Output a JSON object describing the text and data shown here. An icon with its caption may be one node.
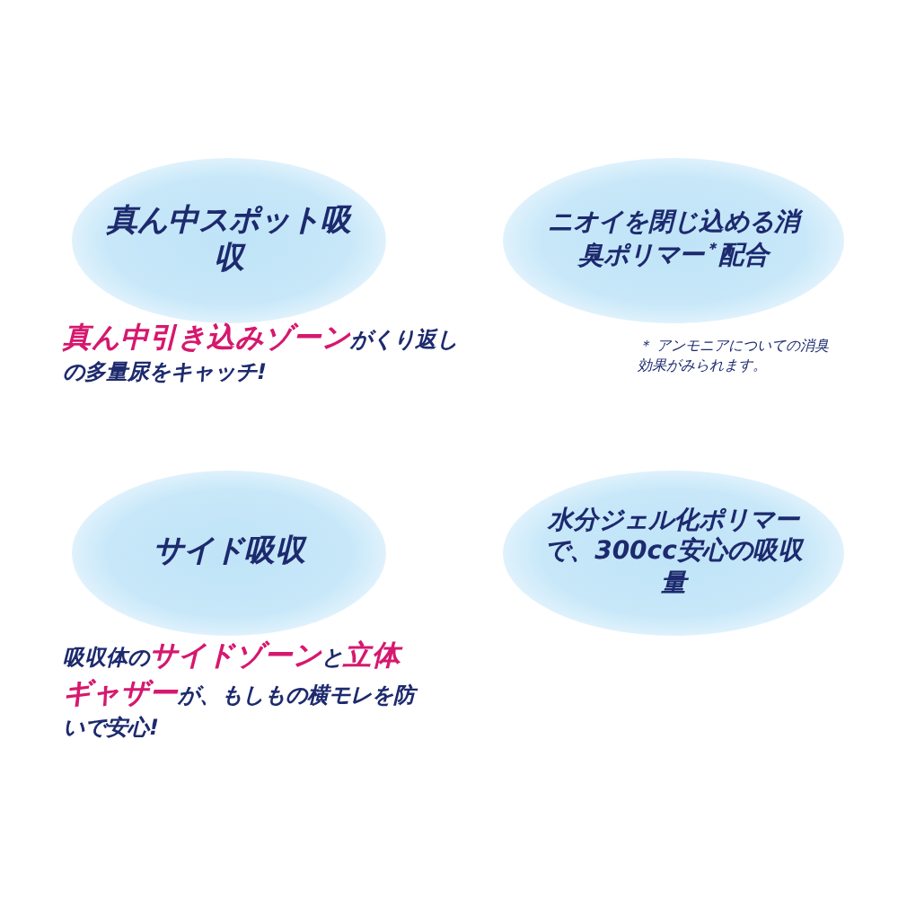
{
  "diagram": {
    "nodes": [
      {
        "text": [
          "真ん中スポット吸収"
        ],
        "beside": [
          "**真ん中引き込みゾーン**がくり返しの多量尿をキャッチ!"
        ]
      },
      {
        "text": [
          "ニオイを閉じ込める消臭ポリマー$^{＊}$配合"
        ],
        "beside": [
          "＊ アンモニアについての消臭効果がみられます。"
        ]
      },
      {
        "text": [
          "サイド吸収"
        ],
        "beside": [
          "吸収体の**サイドゾーン**と**立体ギャザー**が、もしもの横モレを防いで安心!"
        ]
      },
      {
        "text": [
          "水分ジェル化ポリマーで、300cc安心の吸収量"
        ]
      }
    ]
  }
}
